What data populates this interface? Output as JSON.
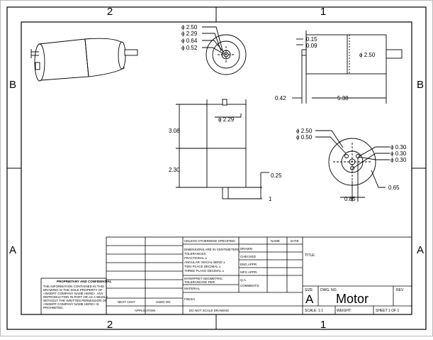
{
  "zones": {
    "top": [
      "2",
      "1"
    ],
    "bottom": [
      "2",
      "1"
    ],
    "left": [
      "B",
      "A"
    ],
    "right": [
      "B",
      "A"
    ]
  },
  "dims": {
    "d250": "2.50",
    "d229": "2.29",
    "d064": "0.64",
    "d052": "0.52",
    "d015": "0.15",
    "d009": "0.09",
    "d250b": "2.50",
    "d042": "0.42",
    "d538": "5.38",
    "d229b": "2.29",
    "d308": "3.08",
    "d230": "2.30",
    "d025": "0.25",
    "d1": "1",
    "d250c": "2.50",
    "d050": "0.50",
    "d030a": "0.30",
    "d030b": "0.30",
    "d030c": "0.30",
    "d065": "0.65",
    "d085": "0.85"
  },
  "title_block": {
    "unless": "UNLESS OTHERWISE SPECIFIED:",
    "name": "NAME",
    "date": "DATE",
    "dims_line1": "DIMENSIONS ARE IN CENTIMETERS",
    "dims_line2": "TOLERANCES:",
    "fractional": "FRACTIONAL ±",
    "angular": "ANGULAR: MACH±    BEND ±",
    "two_place": "TWO PLACE DECIMAL   ±",
    "three_place": "THREE PLACE DECIMAL  ±",
    "drawn": "DRAWN",
    "checked": "CHECKED",
    "eng_appr": "ENG APPR.",
    "mfg_appr": "MFG APPR.",
    "qa": "Q.A.",
    "comments": "COMMENTS:",
    "interpret1": "INTERPRET GEOMETRIC",
    "interpret2": "TOLERANCING PER:",
    "material": "MATERIAL",
    "finish": "FINISH",
    "next_assy": "NEXT ASSY",
    "used_on": "USED ON",
    "application": "APPLICATION",
    "do_not_scale": "DO NOT SCALE DRAWING",
    "title_label": "TITLE:",
    "size_label": "SIZE",
    "size_value": "A",
    "dwg_no_label": "DWG.  NO.",
    "dwg_no_value": "Motor",
    "rev_label": "REV",
    "scale": "SCALE: 1:1",
    "weight": "WEIGHT:",
    "sheet": "SHEET 1 OF 1",
    "proprietary_title": "PROPRIETARY AND CONFIDENTIAL",
    "proprietary_1": "THE INFORMATION CONTAINED IN THIS",
    "proprietary_2": "DRAWING IS THE SOLE PROPERTY OF",
    "proprietary_3": "<INSERT COMPANY NAME HERE>.  ANY",
    "proprietary_4": "REPRODUCTION IN PART OR AS A WHOLE",
    "proprietary_5": "WITHOUT THE WRITTEN PERMISSION OF",
    "proprietary_6": "<INSERT COMPANY NAME HERE> IS",
    "proprietary_7": "PROHIBITED."
  }
}
